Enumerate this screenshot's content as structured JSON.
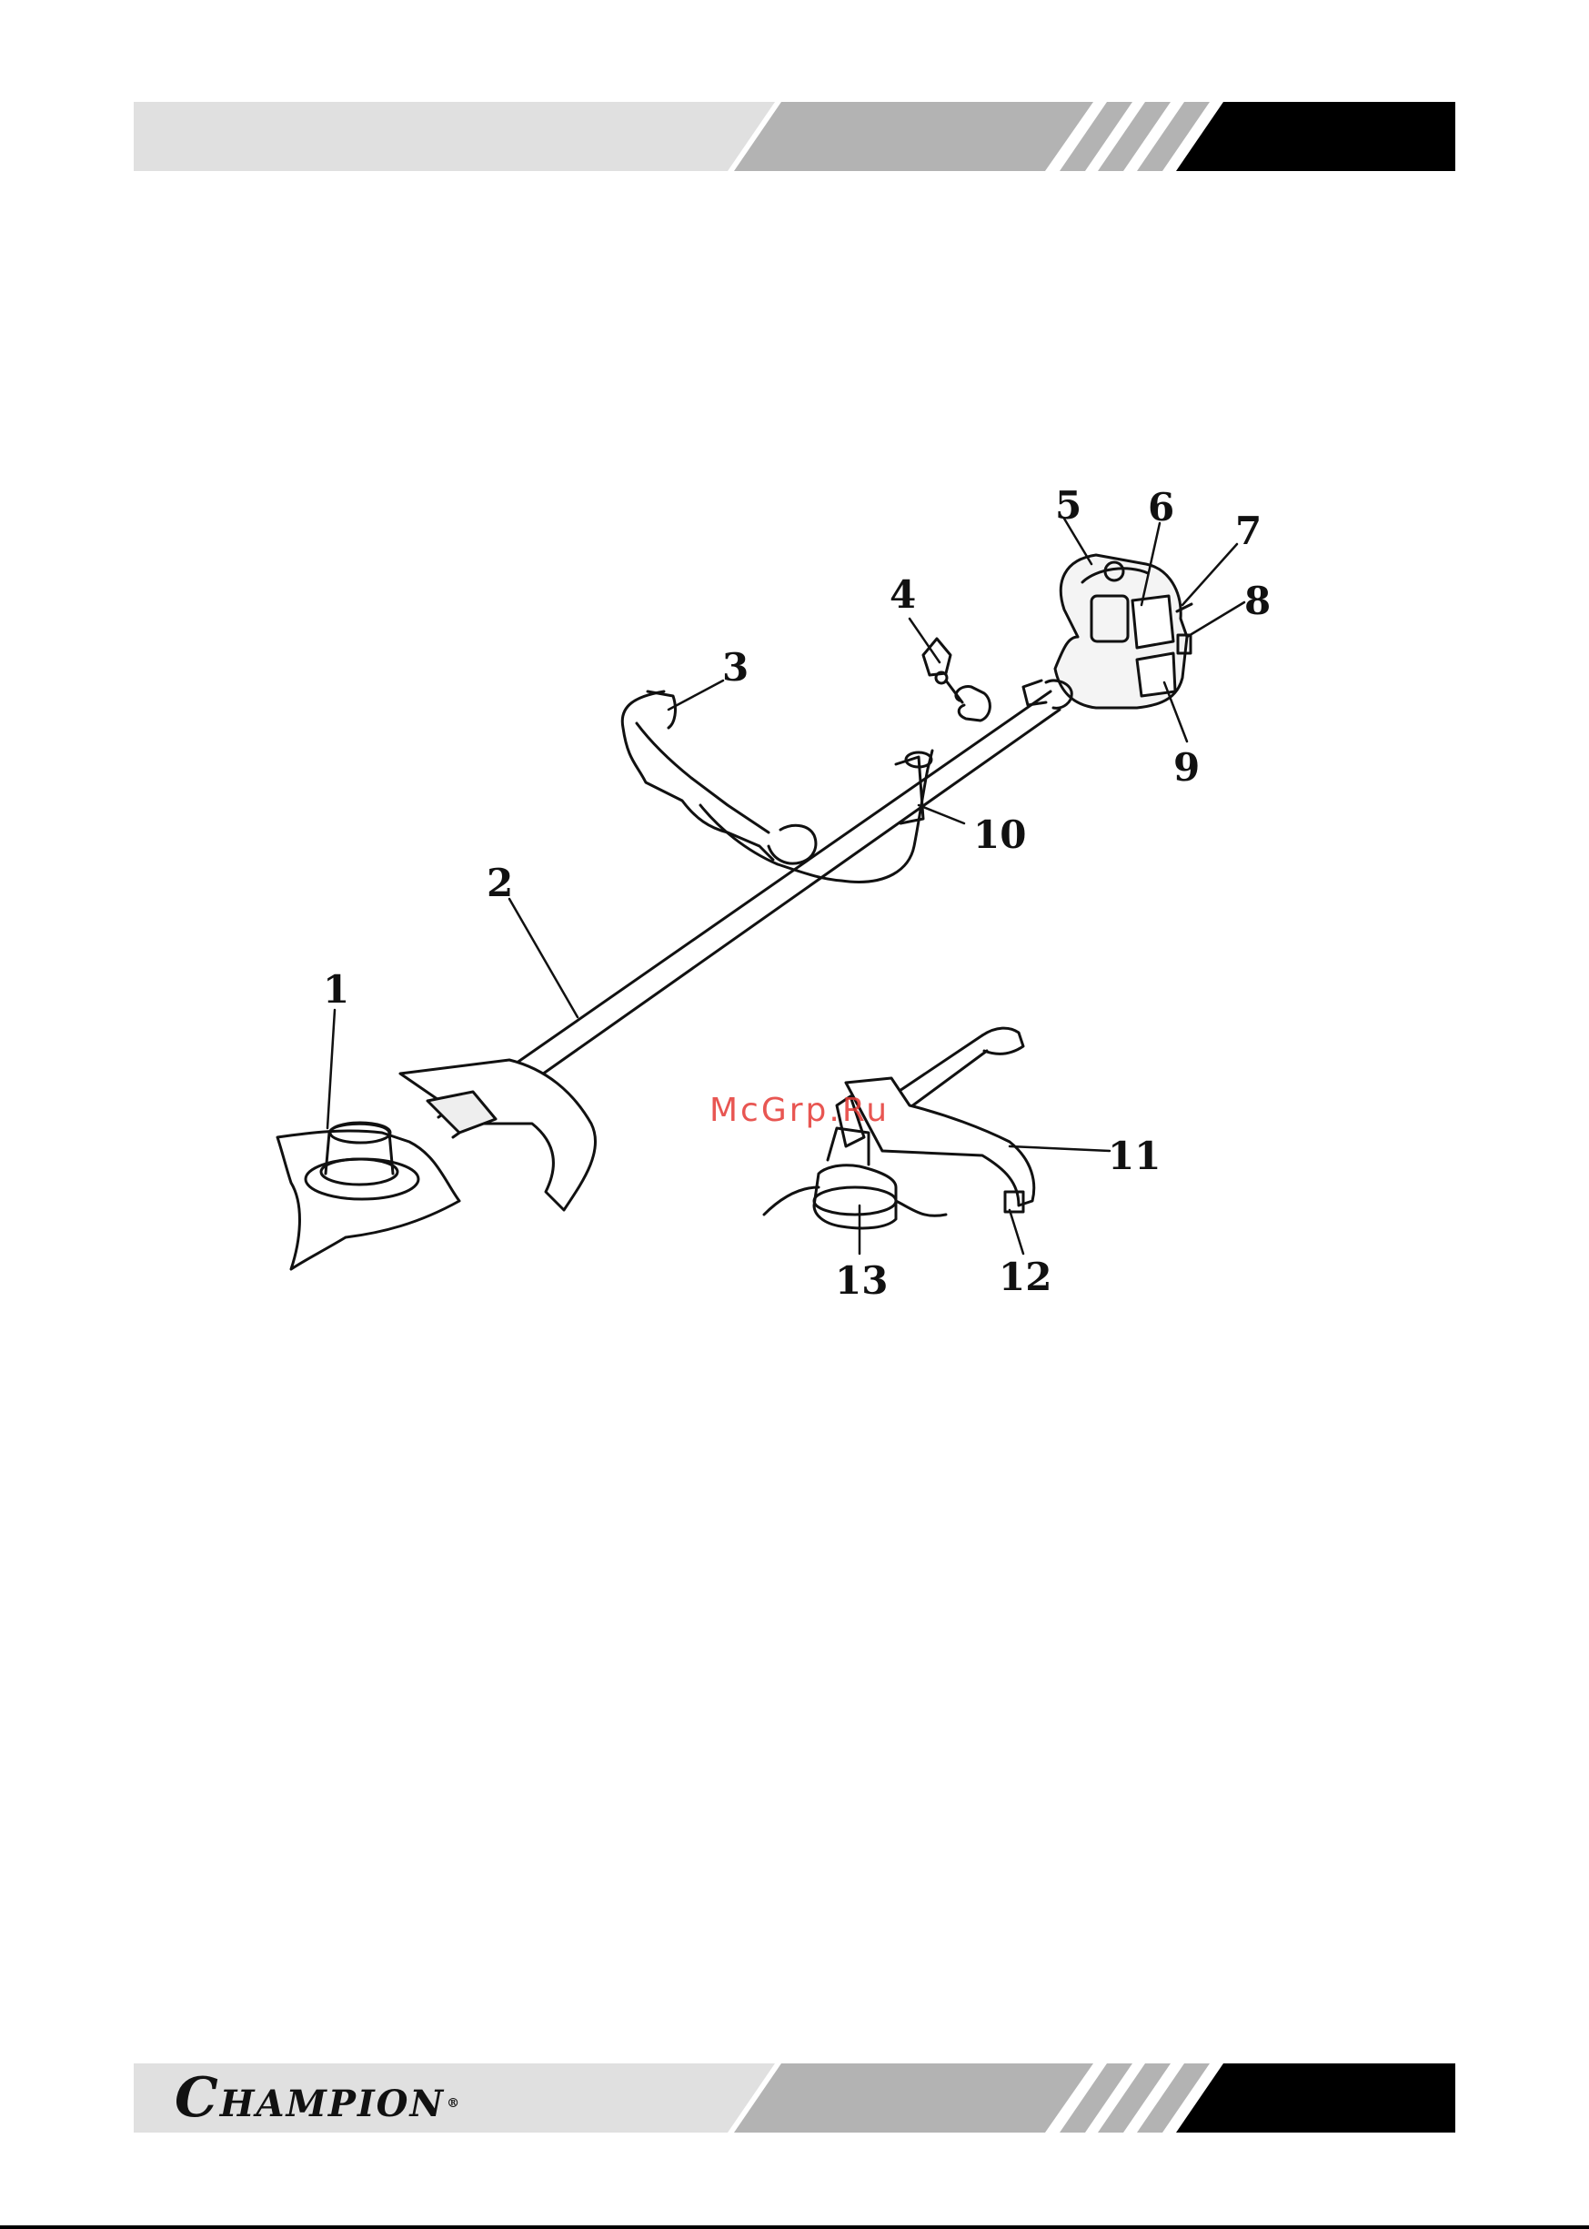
{
  "colors": {
    "band_light": "#e0e0e0",
    "band_mid": "#b3b3b3",
    "band_dark": "#000000",
    "watermark": "#e53935",
    "line_art": "#111111"
  },
  "watermark": "McGrp.Ru",
  "brand": {
    "logo_text": "CHAMPION",
    "logo_lead": "C",
    "logo_rest": "HAMPION",
    "logo_mark": "®"
  },
  "callouts": [
    "1",
    "2",
    "3",
    "4",
    "5",
    "6",
    "7",
    "8",
    "9",
    "10",
    "11",
    "12",
    "13"
  ]
}
